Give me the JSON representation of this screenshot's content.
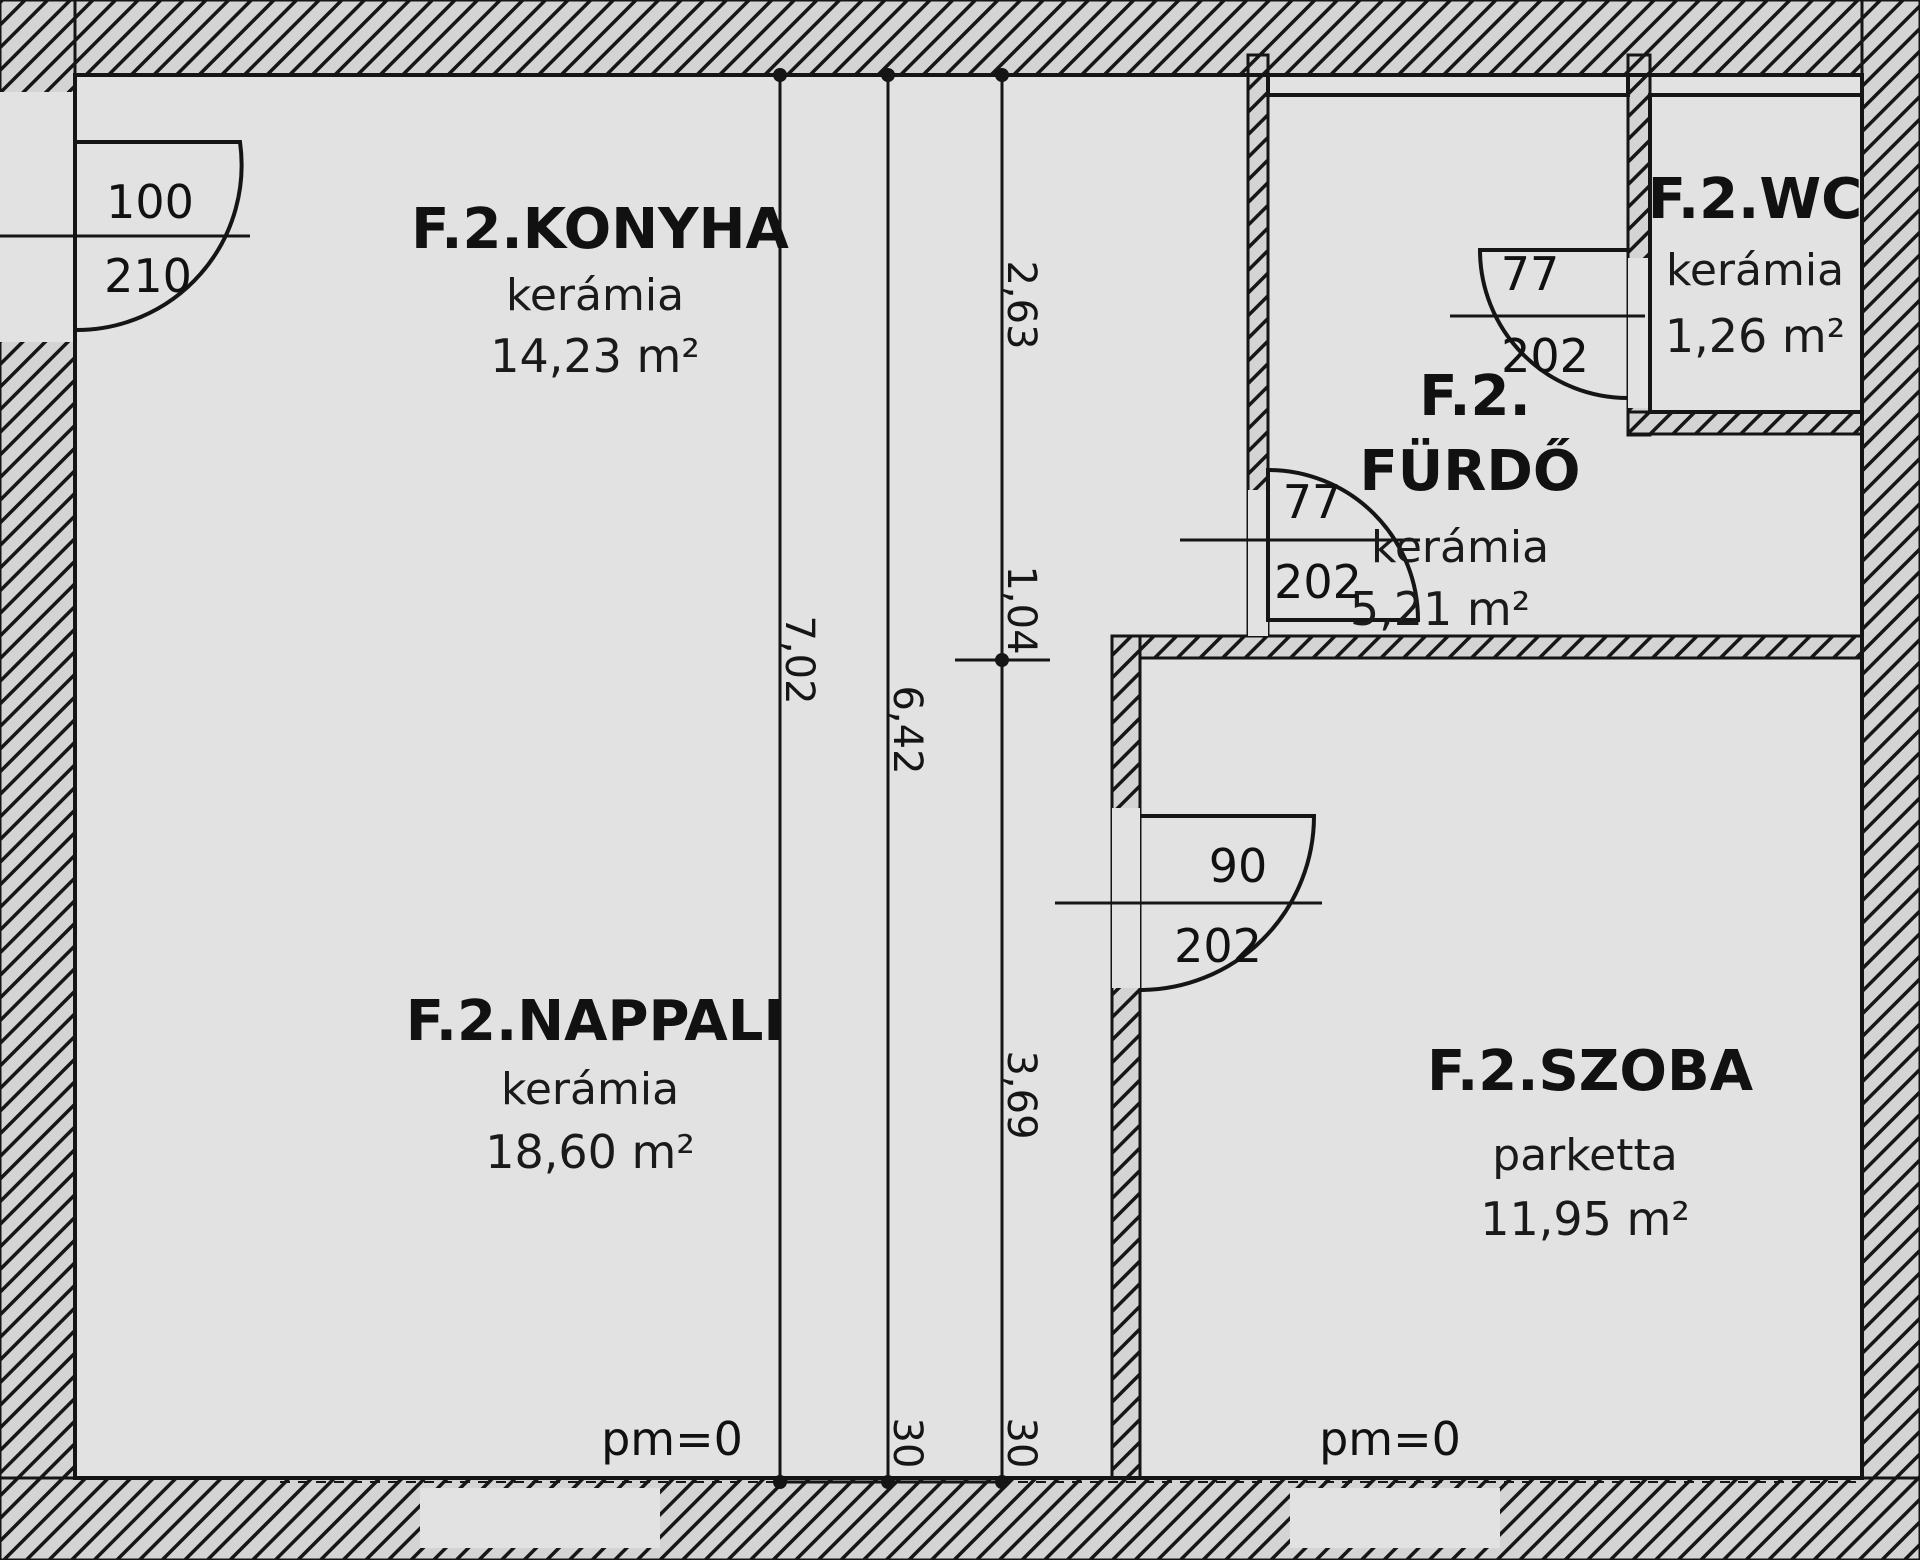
{
  "rooms": {
    "konyha": {
      "name": "F.2.KONYHA",
      "floor": "kerámia",
      "area": "14,23 m²"
    },
    "nappali": {
      "name": "F.2.NAPPALI",
      "floor": "kerámia",
      "area": "18,60 m²"
    },
    "furdo": {
      "name_line1": "F.2.",
      "name_line2": "FÜRDŐ",
      "floor": "kerámia",
      "area": "5,21 m²"
    },
    "wc": {
      "name": "F.2.WC",
      "floor": "kerámia",
      "area": "1,26 m²"
    },
    "szoba": {
      "name": "F.2.SZOBA",
      "floor": "parketta",
      "area": "11,95 m²"
    }
  },
  "doors": {
    "konyha_entry": {
      "width": "100",
      "height": "210"
    },
    "wc": {
      "width": "77",
      "height": "202"
    },
    "furdo": {
      "width": "77",
      "height": "202"
    },
    "szoba": {
      "width": "90",
      "height": "202"
    }
  },
  "dimensions": {
    "d_263": "2,63",
    "d_702": "7,02",
    "d_104": "1,04",
    "d_642": "6,42",
    "d_369": "3,69",
    "d_30a": "30",
    "d_30b": "30"
  },
  "levels": {
    "left": "pm=0",
    "right": "pm=0"
  },
  "colors": {
    "paper": "#e2e2e2",
    "ink": "#151515",
    "hatch_bg": "#d4d4d4"
  }
}
